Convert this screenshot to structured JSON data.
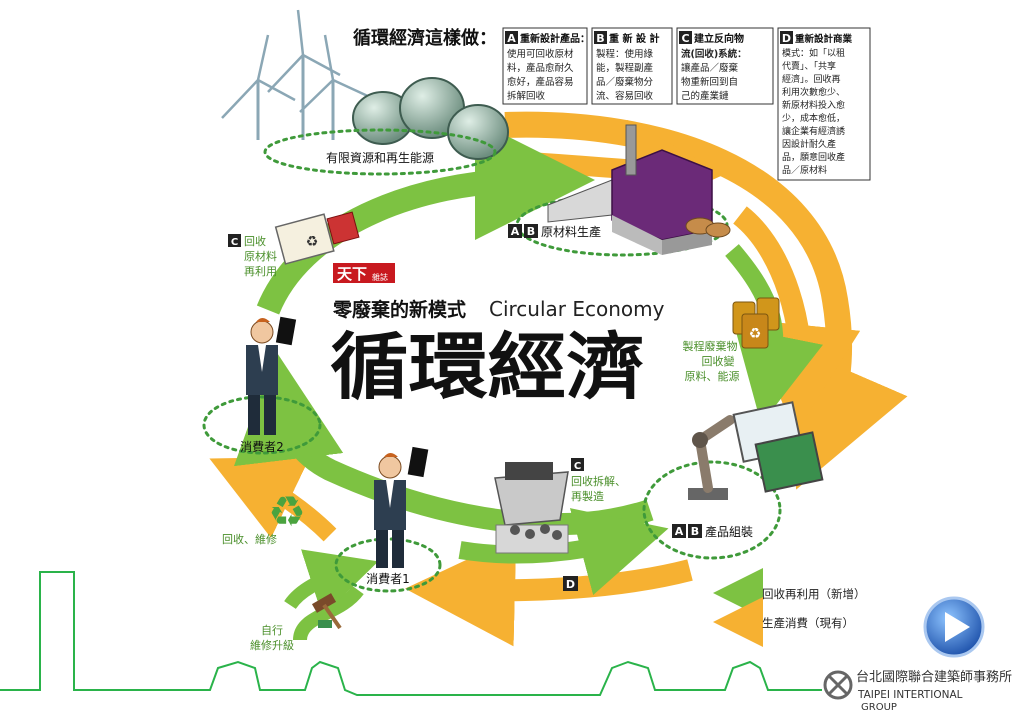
{
  "header": {
    "lead": "循環經濟這樣做：",
    "boxes": [
      {
        "letter": "A",
        "lines": [
          "重新設計產品：",
          "使用可回收原材",
          "料，產品愈耐久",
          "愈好，產品容易",
          "拆解回收"
        ]
      },
      {
        "letter": "B",
        "lines": [
          "重 新 設 計",
          "製程：使用綠",
          "能，製程副產",
          "品／廢棄物分",
          "流、容易回收"
        ]
      },
      {
        "letter": "C",
        "lines": [
          "建立反向物",
          "流(回收)系統：",
          "讓產品／廢棄",
          "物重新回到自",
          "己的產業鏈"
        ]
      },
      {
        "letter": "D",
        "lines": [
          "重新設計商業",
          "模式：如「以租",
          "代賣」、「共享",
          "經濟」。回收再",
          "利用次數愈少、",
          "新原材料投入愈",
          "少，成本愈低，",
          "讓企業有經濟誘",
          "因設計耐久產",
          "品，願意回收產",
          "品／原材料"
        ]
      }
    ]
  },
  "nodes": {
    "resources": "有限資源和再生能源",
    "raw_letters": [
      "A",
      "B"
    ],
    "raw_label": "原材料生產",
    "assembly_letters": [
      "A",
      "B"
    ],
    "assembly_label": "產品組裝",
    "consumer1": "消費者1",
    "consumer2": "消費者2"
  },
  "annotations": {
    "c_recycle_letter": "C",
    "c_recycle_lines": [
      "回收",
      "原材料",
      "再利用"
    ],
    "waste_lines": [
      "製程廢棄物",
      "回收變",
      "原料、能源"
    ],
    "disassembly_letter": "C",
    "disassembly_lines": [
      "回收拆解、",
      "再製造"
    ],
    "repair": "回收、維修",
    "self_repair_lines": [
      "自行",
      "維修升級"
    ],
    "d_letter": "D"
  },
  "title": {
    "magazine": "天下",
    "magazine_small": "雜誌",
    "subtitle_cn": "零廢棄的新模式",
    "subtitle_en": "Circular Economy",
    "main": "循環經濟"
  },
  "legend": {
    "green": "回收再利用（新增）",
    "orange": "生產消費（現有）"
  },
  "footer": {
    "org_cn": "台北國際聯合建築師事務所",
    "org_en1": "TAIPEI INTERTIONAL",
    "org_en2": "GROUP"
  },
  "colors": {
    "green": "#7dc242",
    "orange": "#f6b132",
    "outline_green": "#2ab34a",
    "play_blue": "#1f63c8"
  }
}
